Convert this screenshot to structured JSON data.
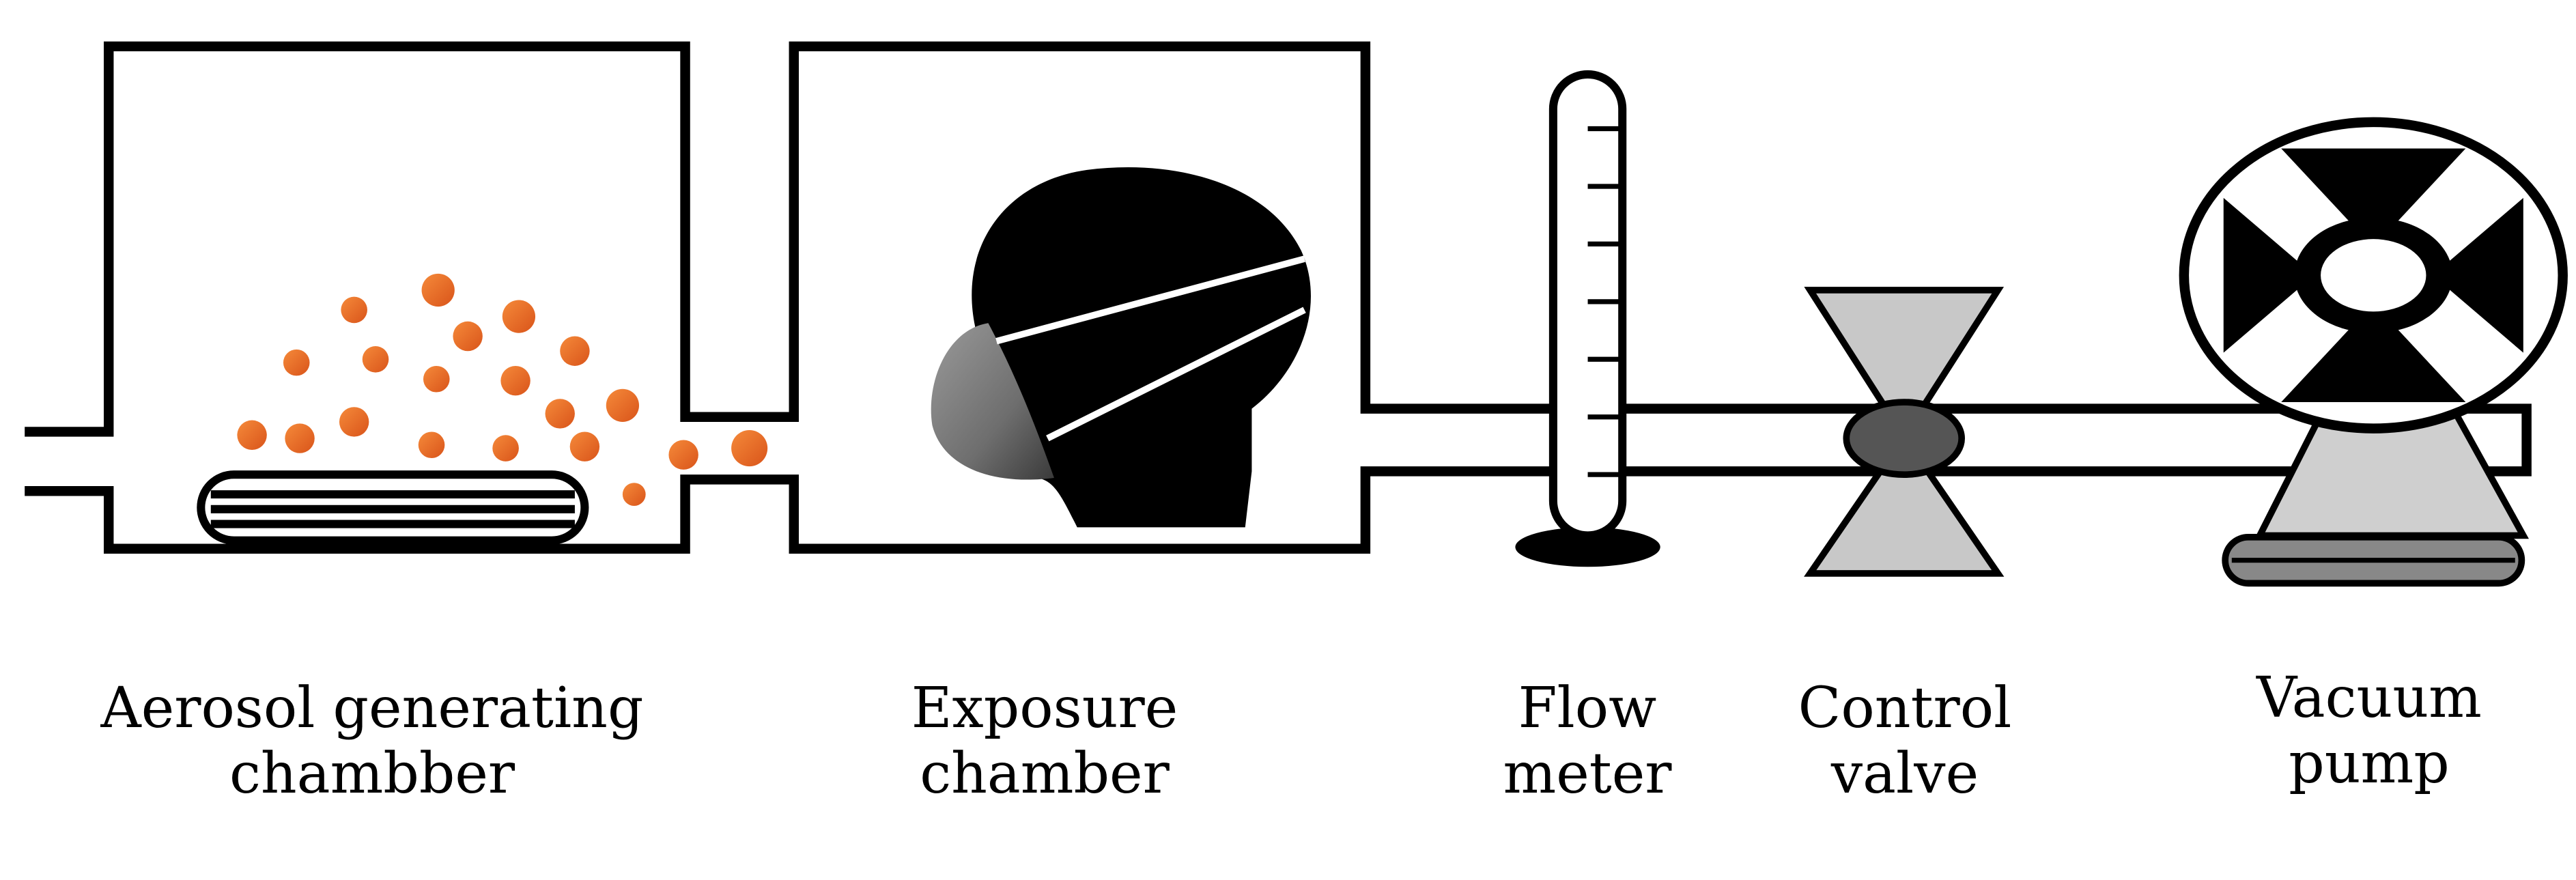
{
  "labels": {
    "aerosol_chamber": {
      "line1": "Aerosol generating",
      "line2": "chambber"
    },
    "exposure_chamber": {
      "line1": "Exposure",
      "line2": "chamber"
    },
    "flow_meter": {
      "line1": "Flow",
      "line2": "meter"
    },
    "control_valve": {
      "line1": "Control",
      "line2": "valve"
    },
    "vacuum_pump": {
      "line1": "Vacuum",
      "line2": "pump"
    }
  },
  "colors": {
    "line": "#000000",
    "aerosol_particle": "#e8671e",
    "valve_body": "#c8c8c8",
    "valve_core": "#555555",
    "mask": "#7a7a7a",
    "pump_base": "#cfcfcf"
  }
}
